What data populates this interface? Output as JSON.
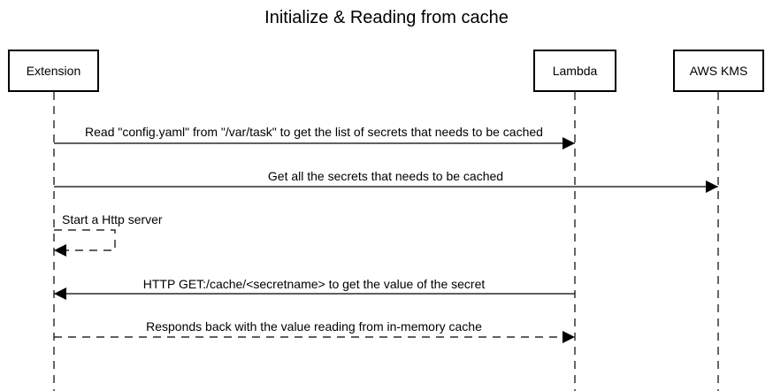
{
  "title": "Initialize & Reading from cache",
  "actors": [
    {
      "id": "extension",
      "label": "Extension"
    },
    {
      "id": "lambda",
      "label": "Lambda"
    },
    {
      "id": "kms",
      "label": "AWS KMS"
    }
  ],
  "messages": [
    {
      "from": "extension",
      "to": "lambda",
      "label": "Read \"config.yaml\" from \"/var/task\" to get the list of secrets that needs to be cached",
      "style": "solid"
    },
    {
      "from": "extension",
      "to": "kms",
      "label": "Get all the secrets that needs to be cached",
      "style": "solid"
    },
    {
      "from": "extension",
      "to": "extension",
      "label": "Start a Http server",
      "style": "dashed"
    },
    {
      "from": "lambda",
      "to": "extension",
      "label": "HTTP GET:/cache/<secretname> to get the value of the secret",
      "style": "solid"
    },
    {
      "from": "extension",
      "to": "lambda",
      "label": "Responds back with the value reading from in-memory cache",
      "style": "dashed"
    }
  ]
}
